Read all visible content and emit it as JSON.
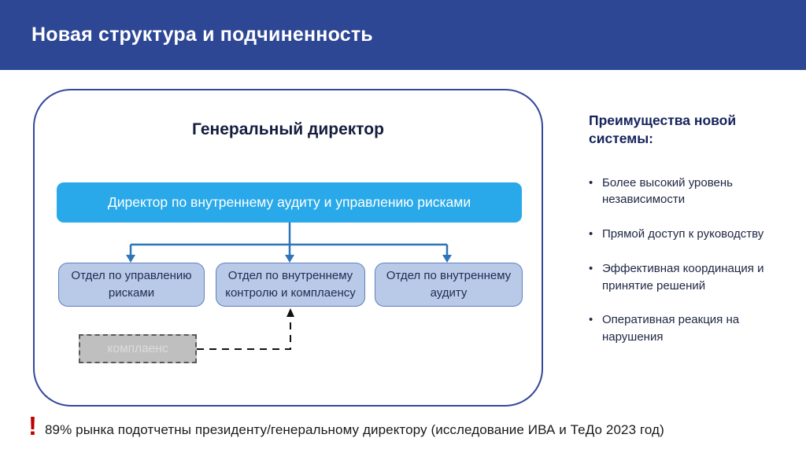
{
  "slide": {
    "title": "Новая структура и подчиненность"
  },
  "org_chart": {
    "title": "Генеральный директор",
    "director_box": "Директор по внутреннему аудиту и управлению рисками",
    "departments": [
      "Отдел по управлению рисками",
      "Отдел по внутреннему контролю и комплаенсу",
      "Отдел по внутреннему аудиту"
    ],
    "detached_box": "комплаенс"
  },
  "benefits": {
    "heading": "Преимущества новой системы:",
    "bullet_glyph": "•",
    "items": [
      "Более высокий уровень независимости",
      "Прямой доступ к руководству",
      "Эффективная координация и принятие решений",
      "Оперативная реакция на нарушения"
    ]
  },
  "footer": {
    "marker": "!",
    "text": "89% рынка подотчетны президенту/генеральному директору (исследование ИВА и ТеДо 2023 год)"
  },
  "colors": {
    "header_bg": "#2D4795",
    "container_border": "#34479B",
    "director_box_bg": "#29A9E9",
    "department_box_bg": "#B9C9E8",
    "department_box_border": "#5E81BE",
    "connector_blue": "#2E74B8",
    "dashed_connector": "#111111",
    "detached_box_bg": "#BFBFBF",
    "detached_box_border": "#595959",
    "heading_text": "#15235C",
    "footer_marker_red": "#C00000"
  }
}
